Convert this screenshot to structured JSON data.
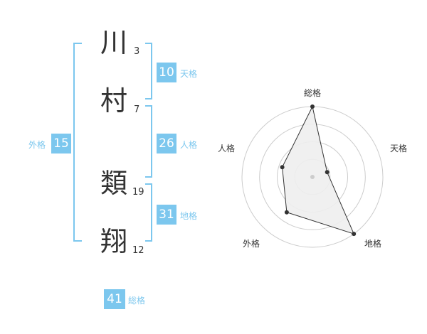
{
  "name": {
    "chars": [
      {
        "char": "川",
        "strokes": "3"
      },
      {
        "char": "村",
        "strokes": "7"
      },
      {
        "char": "類",
        "strokes": "19"
      },
      {
        "char": "翔",
        "strokes": "12"
      }
    ]
  },
  "fortune": {
    "ten": {
      "value": "10",
      "label": "天格"
    },
    "jin": {
      "value": "26",
      "label": "人格"
    },
    "chi": {
      "value": "31",
      "label": "地格"
    },
    "gai": {
      "value": "15",
      "label": "外格"
    },
    "sou": {
      "value": "41",
      "label": "総格"
    }
  },
  "colors": {
    "accent": "#7cc7ee",
    "text": "#333333",
    "grid": "#cccccc",
    "fill": "#eeeeee"
  },
  "chart_data": {
    "type": "radar",
    "axes": [
      "総格",
      "天格",
      "地格",
      "外格",
      "人格"
    ],
    "values": [
      1.0,
      0.22,
      1.0,
      0.62,
      0.45
    ],
    "rings": 4,
    "range": [
      0,
      1
    ]
  }
}
